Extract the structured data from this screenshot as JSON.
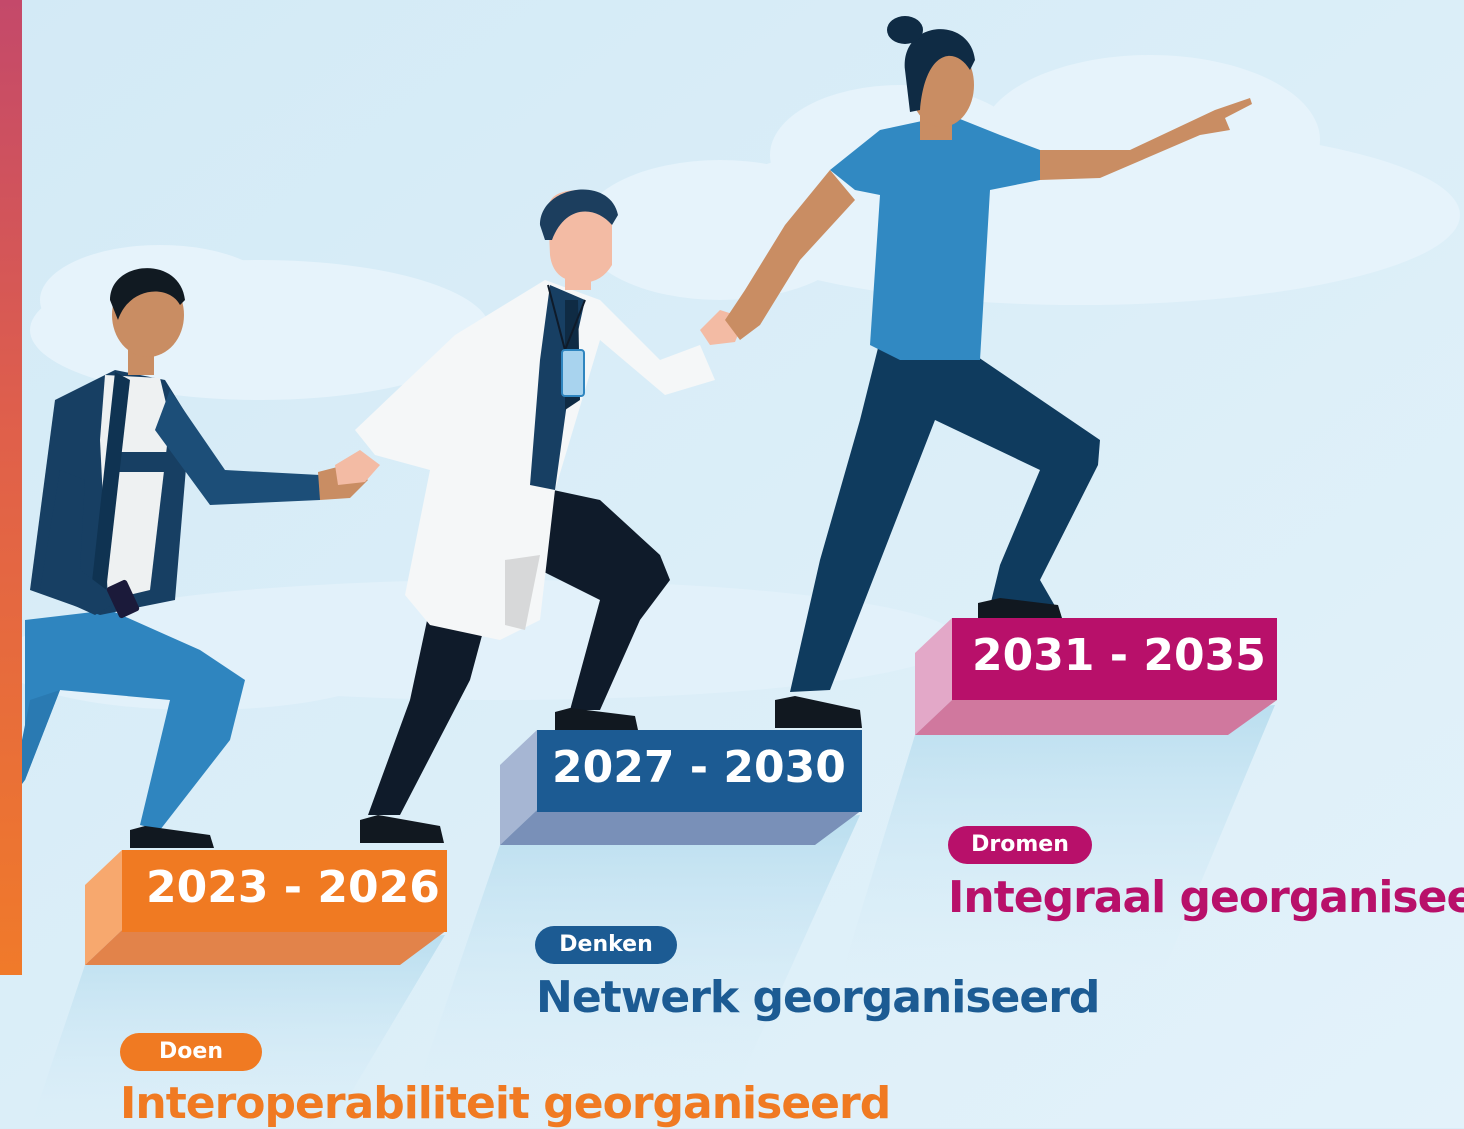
{
  "steps": [
    {
      "period": "2023 - 2026",
      "tag": "Doen",
      "title": "Interoperabiliteit georganiseerd",
      "color": "#f07a22"
    },
    {
      "period": "2027 - 2030",
      "tag": "Denken",
      "title": "Netwerk georganiseerd",
      "color": "#1c5b93"
    },
    {
      "period": "2031 - 2035",
      "tag": "Dromen",
      "title": "Integraal georganiseerd",
      "color": "#b8106a"
    }
  ],
  "colors": {
    "accent_bar_top": "#c4496a",
    "accent_bar_bottom": "#f07a2a",
    "background": "#d9edf8"
  },
  "figures": [
    "person-casual",
    "doctor-white-coat",
    "nurse-pointing"
  ]
}
